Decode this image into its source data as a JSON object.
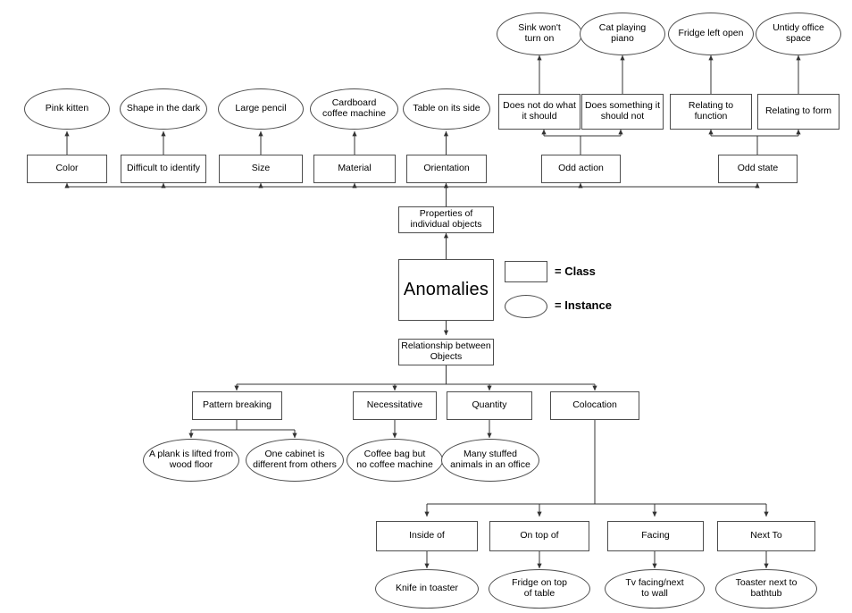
{
  "diagram": {
    "title": "Anomalies",
    "legend": {
      "class_label": "= Class",
      "instance_label": "= Instance",
      "class_shape": "rectangle",
      "instance_shape": "ellipse"
    },
    "colors": {
      "stroke": "#4d4d4d",
      "edge": "#333333",
      "background": "#ffffff",
      "text": "#000000"
    },
    "root": {
      "label": "Anomalies",
      "type": "class"
    },
    "branches": [
      {
        "label": "Properties of\nindividual objects",
        "type": "class"
      },
      {
        "label": "Relationship between\nObjects",
        "type": "class"
      }
    ],
    "property_classes": [
      {
        "label": "Color",
        "type": "class"
      },
      {
        "label": "Difficult to identify",
        "type": "class"
      },
      {
        "label": "Size",
        "type": "class"
      },
      {
        "label": "Material",
        "type": "class"
      },
      {
        "label": "Orientation",
        "type": "class"
      },
      {
        "label": "Odd action",
        "type": "class"
      },
      {
        "label": "Odd state",
        "type": "class"
      }
    ],
    "property_instances": [
      {
        "label": "Pink kitten",
        "type": "instance"
      },
      {
        "label": "Shape in the dark",
        "type": "instance"
      },
      {
        "label": "Large pencil",
        "type": "instance"
      },
      {
        "label": "Cardboard\ncoffee machine",
        "type": "instance"
      },
      {
        "label": "Table on its side",
        "type": "instance"
      }
    ],
    "odd_action_children": [
      {
        "label": "Does not do what\nit should",
        "type": "class"
      },
      {
        "label": "Does something it\nshould not",
        "type": "class"
      }
    ],
    "odd_state_children": [
      {
        "label": "Relating to\nfunction",
        "type": "class"
      },
      {
        "label": "Relating to form",
        "type": "class"
      }
    ],
    "odd_instances": [
      {
        "label": "Sink won't\nturn on",
        "type": "instance"
      },
      {
        "label": "Cat playing\npiano",
        "type": "instance"
      },
      {
        "label": "Fridge left open",
        "type": "instance"
      },
      {
        "label": "Untidy office\nspace",
        "type": "instance"
      }
    ],
    "relationship_classes": [
      {
        "label": "Pattern breaking",
        "type": "class"
      },
      {
        "label": "Necessitative",
        "type": "class"
      },
      {
        "label": "Quantity",
        "type": "class"
      },
      {
        "label": "Colocation",
        "type": "class"
      }
    ],
    "relationship_instances": [
      {
        "label": "A plank is lifted from\nwood floor",
        "type": "instance"
      },
      {
        "label": "One cabinet is\ndifferent from others",
        "type": "instance"
      },
      {
        "label": "Coffee bag but\nno coffee machine",
        "type": "instance"
      },
      {
        "label": "Many stuffed\nanimals in an office",
        "type": "instance"
      }
    ],
    "colocation_classes": [
      {
        "label": "Inside of",
        "type": "class"
      },
      {
        "label": "On top of",
        "type": "class"
      },
      {
        "label": "Facing",
        "type": "class"
      },
      {
        "label": "Next To",
        "type": "class"
      }
    ],
    "colocation_instances": [
      {
        "label": "Knife in toaster",
        "type": "instance"
      },
      {
        "label": "Fridge on top\nof table",
        "type": "instance"
      },
      {
        "label": "Tv facing/next\nto wall",
        "type": "instance"
      },
      {
        "label": "Toaster next to\nbathtub",
        "type": "instance"
      }
    ]
  }
}
